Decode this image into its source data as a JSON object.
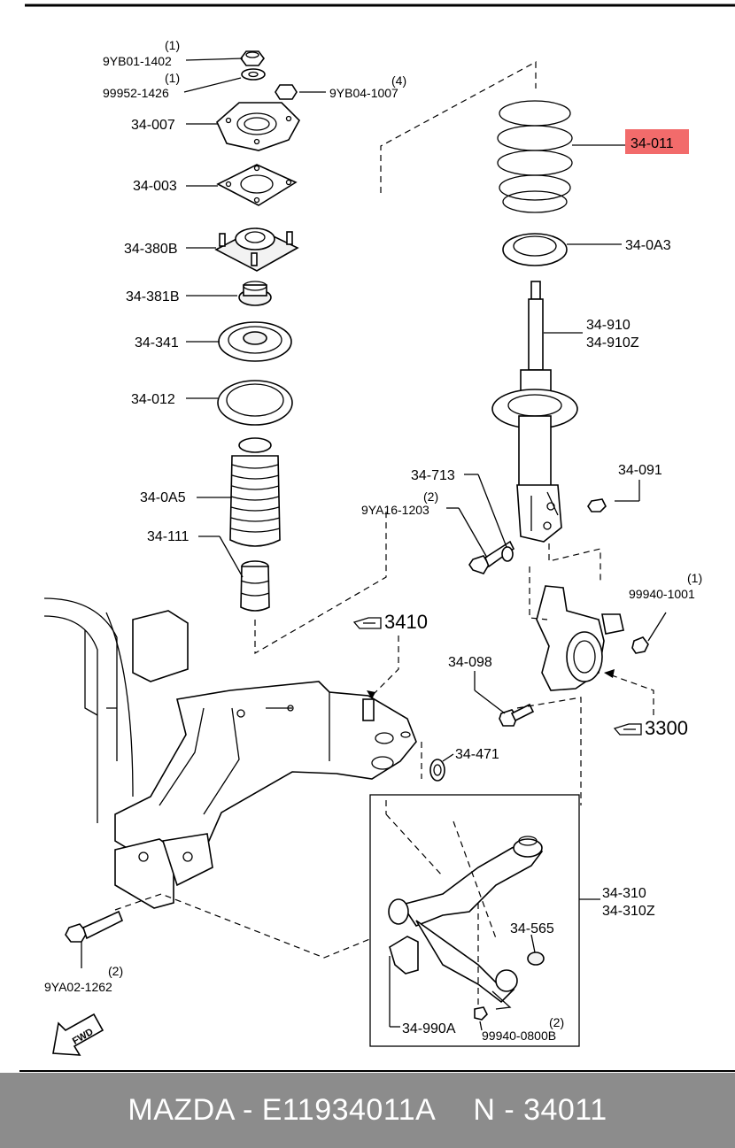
{
  "parts": {
    "p_9YB01": {
      "qty": "(1)",
      "code": "9YB01-1402"
    },
    "p_99952": {
      "qty": "(1)",
      "code": "99952-1426"
    },
    "p_9YB04": {
      "qty": "(4)",
      "code": "9YB04-1007"
    },
    "p_34007": {
      "code": "34-007"
    },
    "p_34003": {
      "code": "34-003"
    },
    "p_34380B": {
      "code": "34-380B"
    },
    "p_34381B": {
      "code": "34-381B"
    },
    "p_34341": {
      "code": "34-341"
    },
    "p_34012": {
      "code": "34-012"
    },
    "p_340A5": {
      "code": "34-0A5"
    },
    "p_34111": {
      "code": "34-111"
    },
    "p_34011": {
      "code": "34-011",
      "highlight": "#f26b6b"
    },
    "p_340A3": {
      "code": "34-0A3"
    },
    "p_34910": {
      "code": "34-910",
      "code2": "34-910Z"
    },
    "p_34713": {
      "code": "34-713"
    },
    "p_9YA16": {
      "qty": "(2)",
      "code": "9YA16-1203"
    },
    "p_34091": {
      "code": "34-091"
    },
    "p_99940_1001": {
      "qty": "(1)",
      "code": "99940-1001"
    },
    "p_34098": {
      "code": "34-098"
    },
    "p_34471": {
      "code": "34-471"
    },
    "p_34310": {
      "code": "34-310",
      "code2": "34-310Z"
    },
    "p_34565": {
      "code": "34-565"
    },
    "p_34990A": {
      "code": "34-990A"
    },
    "p_99940_0800B": {
      "qty": "(2)",
      "code": "99940-0800B"
    },
    "p_9YA02": {
      "qty": "(2)",
      "code": "9YA02-1262"
    }
  },
  "refs": {
    "r3410": {
      "label": "3410",
      "icon": "pointing-hand-icon"
    },
    "r3300": {
      "label": "3300",
      "icon": "pointing-hand-icon"
    }
  },
  "fwd": {
    "label": "FWD",
    "icon": "fwd-arrow-icon"
  },
  "footer": {
    "brand": "MAZDA - E11934011A",
    "ref": "N - 34011"
  },
  "colors": {
    "highlight": "#f26b6b",
    "footer_bg": "#8c8c8c"
  }
}
